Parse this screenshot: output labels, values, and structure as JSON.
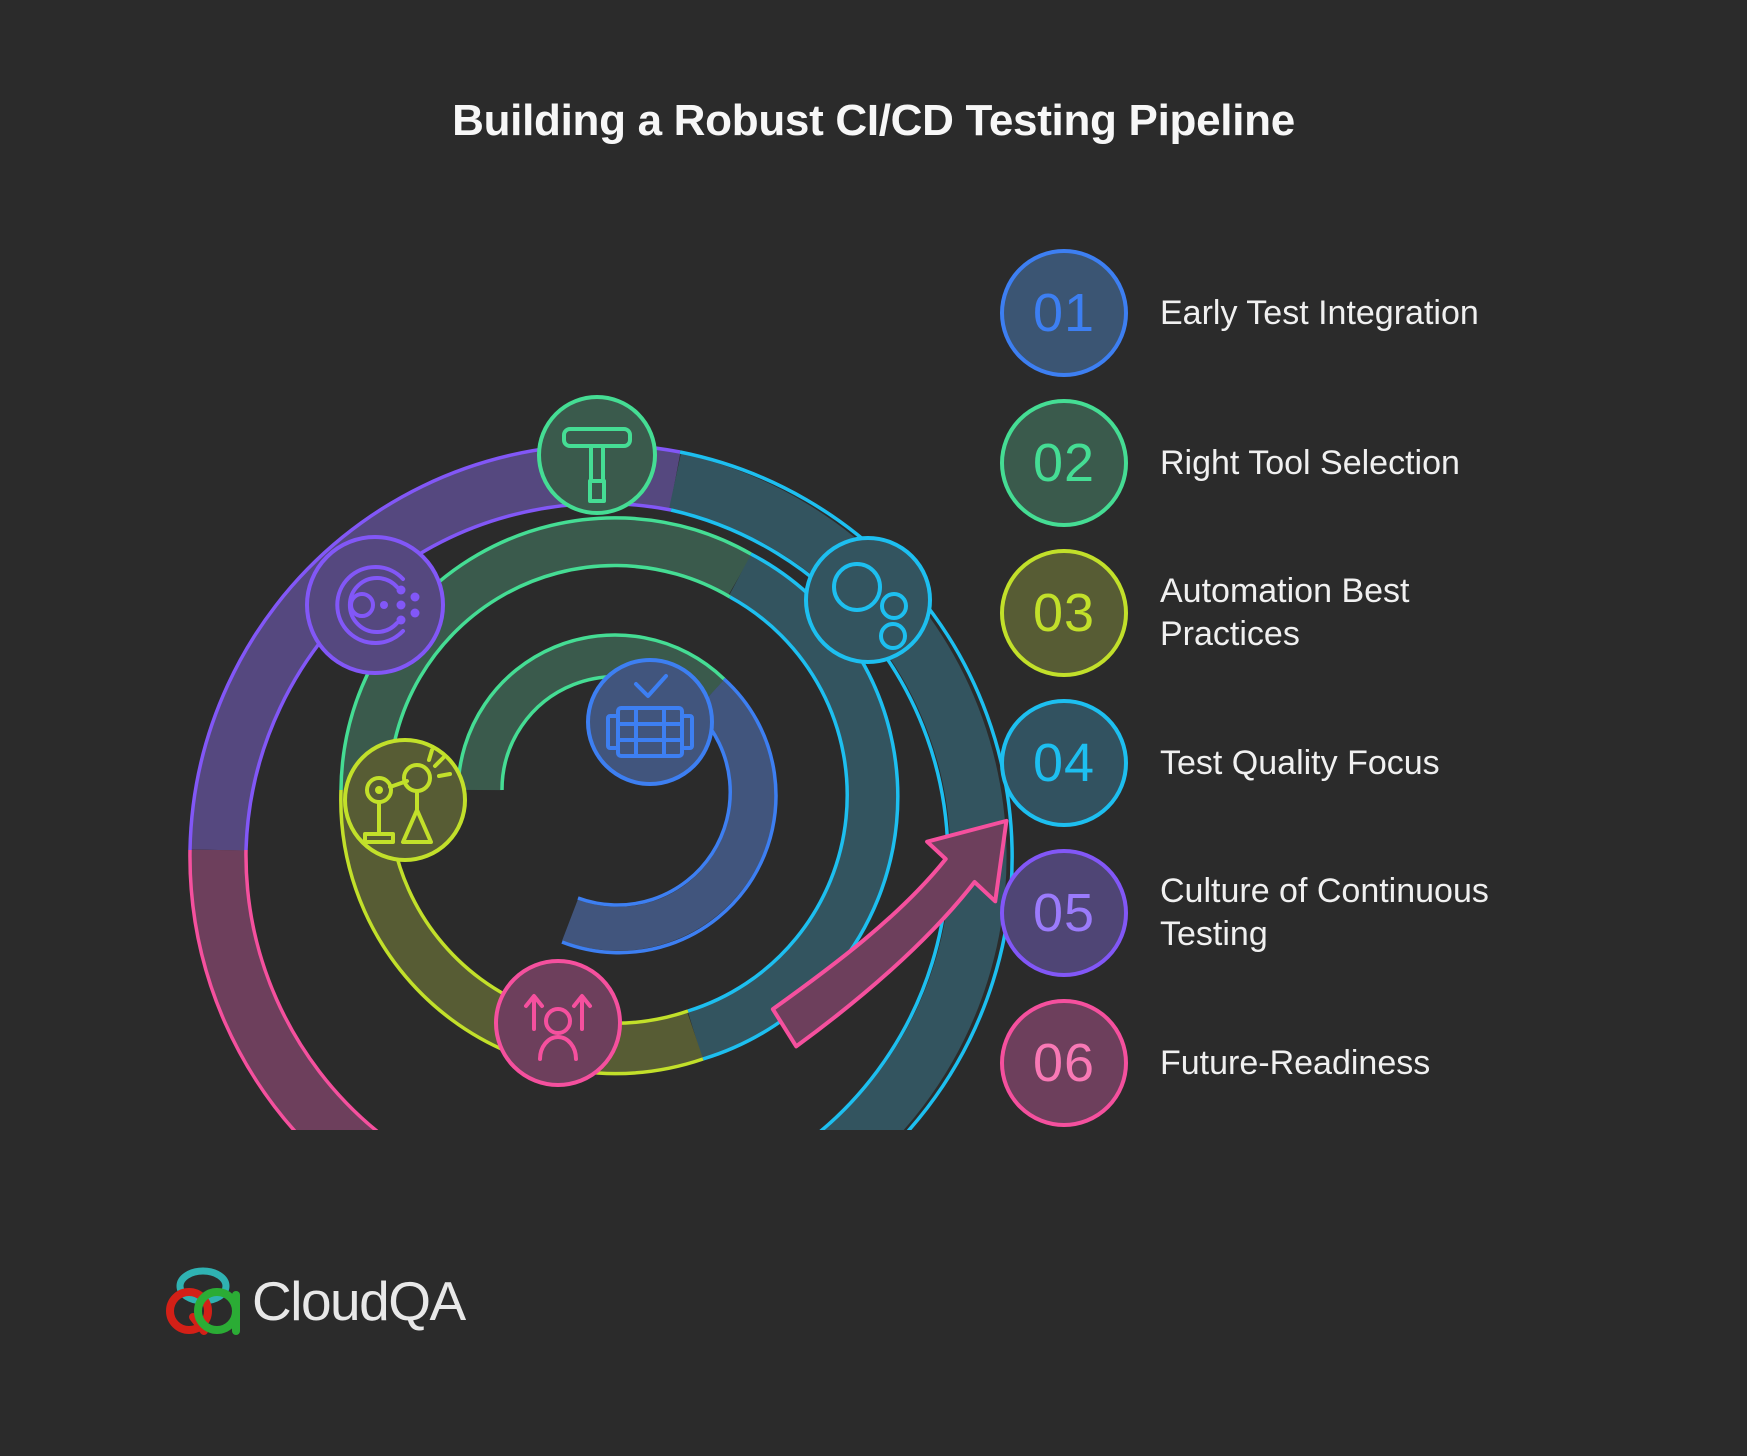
{
  "title": "Building a Robust CI/CD Testing Pipeline",
  "colors": {
    "background": "#2b2b2b",
    "title_text": "#f7f7f7",
    "label_text": "#f0f0f0",
    "step1_blue": "#3d7ff2",
    "step2_green": "#45dd94",
    "step3_lime": "#c2e02a",
    "step4_cyan": "#1dbff0",
    "step5_purple": "#8257f7",
    "step6_pink": "#f5509e"
  },
  "legend": {
    "items": [
      {
        "number": "01",
        "label": "Early Test Integration",
        "accent": "#3d7ff2",
        "fill": "#3b5573"
      },
      {
        "number": "02",
        "label": "Right Tool Selection",
        "accent": "#45dd94",
        "fill": "#3a5a4c"
      },
      {
        "number": "03",
        "label": "Automation Best Practices",
        "accent": "#c2e02a",
        "fill": "#575c34"
      },
      {
        "number": "04",
        "label": "Test Quality Focus",
        "accent": "#1dbff0",
        "fill": "#325260"
      },
      {
        "number": "05",
        "label": "Culture of Continuous Testing",
        "accent": "#8257f7",
        "fill": "#4f4575"
      },
      {
        "number": "06",
        "label": "Future-Readiness",
        "accent": "#f5509e",
        "fill": "#6d3f5c"
      }
    ]
  },
  "diagram": {
    "type": "spiral-process",
    "description": "Concentric spiral arcs colored by step with icon nodes",
    "nodes": [
      {
        "name": "settings-hub-icon",
        "color": "#8257f7",
        "position": "outer-top-left"
      },
      {
        "name": "bubbles-icon",
        "color": "#1dbff0",
        "position": "outer-right"
      },
      {
        "name": "person-growth-icon",
        "color": "#f5509e",
        "position": "outer-bottom"
      },
      {
        "name": "hammer-tool-icon",
        "color": "#45dd94",
        "position": "inner-top"
      },
      {
        "name": "robot-arm-icon",
        "color": "#c2e02a",
        "position": "inner-left"
      },
      {
        "name": "server-check-icon",
        "color": "#3d7ff2",
        "position": "inner-center"
      }
    ],
    "arrow": {
      "name": "growth-arrow",
      "color": "#f5509e",
      "direction": "up-right"
    }
  },
  "logo": {
    "text": "CloudQA",
    "mark_colors": {
      "teal": "#2fb2b2",
      "red": "#d32017",
      "green": "#2bac35"
    }
  }
}
